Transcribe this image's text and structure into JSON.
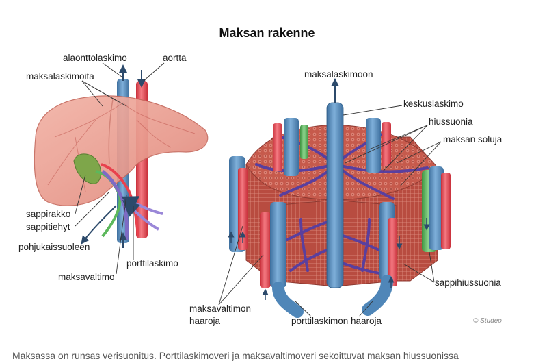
{
  "title": "Maksan rakenne",
  "labels": {
    "ivc": "alaonttolaskimo",
    "aorta": "aortta",
    "hepatic_veins": "maksalaskimoita",
    "to_hepatic_vein": "maksalaskimoon",
    "central_vein": "keskuslaskimo",
    "capillaries": "hiussuonia",
    "hepatocytes": "maksan soluja",
    "gallbladder": "sappirakko",
    "bile_duct": "sappitiehyt",
    "duodenum": "pohjukaissuoleen",
    "portal_vein": "porttilaskimo",
    "hepatic_artery": "maksavaltimo",
    "artery_branches_1": "maksavaltimon",
    "artery_branches_2": "haaroja",
    "portal_branches": "porttilaskimon haaroja",
    "bile_capillaries": "sappihiussuonia"
  },
  "copyright": "© Studeo",
  "caption": "Maksassa on runsas verisuonitus. Porttilaskimoveri ja maksavaltimoveri sekoittuvat maksan hiussuonissa",
  "colors": {
    "artery": "#e8414d",
    "vein": "#4f86b8",
    "bile": "#5cb85c",
    "liver": "#e99a8e",
    "tissue": "#c9574a",
    "capillary": "#5a3f9e"
  }
}
